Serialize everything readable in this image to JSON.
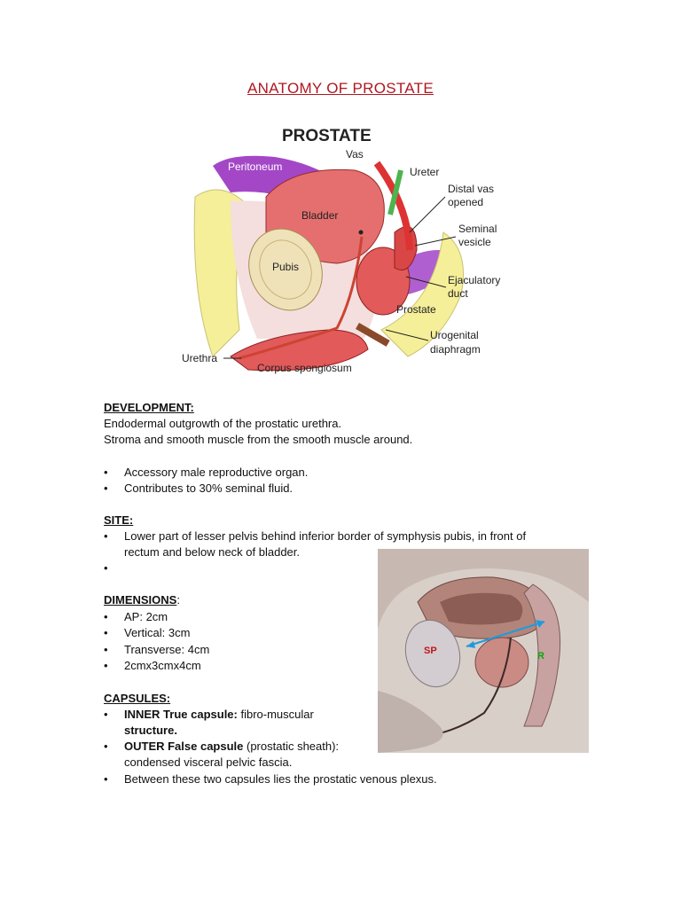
{
  "title": "ANATOMY OF PROSTATE",
  "figure1": {
    "heading": "PROSTATE",
    "labels": {
      "peritoneum": "Peritoneum",
      "vas": "Vas",
      "ureter": "Ureter",
      "distal_vas_1": "Distal vas",
      "distal_vas_2": "opened",
      "bladder": "Bladder",
      "seminal_1": "Seminal",
      "seminal_2": "vesicle",
      "pubis": "Pubis",
      "ejac_1": "Ejaculatory",
      "ejac_2": "duct",
      "prostate": "Prostate",
      "urogenital_1": "Urogenital",
      "urogenital_2": "diaphragm",
      "urethra": "Urethra",
      "corpus": "Corpus spongiosum"
    }
  },
  "development": {
    "heading": "DEVELOPMENT:",
    "line1": "Endodermal outgrowth of the prostatic urethra.",
    "line2": "Stroma and smooth muscle from the smooth muscle around.",
    "bullets": [
      "Accessory male reproductive organ.",
      "Contributes to 30% seminal fluid."
    ]
  },
  "site": {
    "heading": "SITE:",
    "bullet1_line1": "Lower part of lesser pelvis behind inferior border of symphysis pubis, in front of",
    "bullet1_line2": "rectum and below neck of bladder.",
    "bullet2": ""
  },
  "dimensions": {
    "heading": "DIMENSIONS",
    "colon": ":",
    "bullets": [
      "AP: 2cm",
      "Vertical: 3cm",
      "Transverse: 4cm",
      "2cmx3cmx4cm"
    ]
  },
  "capsules": {
    "heading": "CAPSULES:",
    "inner_bold_1": "INNER True capsule:",
    "inner_rest_1": " fibro-muscular",
    "inner_bold_2": "structure.",
    "outer_bold": "OUTER False capsule",
    "outer_rest": " (prostatic sheath):",
    "outer_line2": "condensed visceral pelvic fascia.",
    "between": "Between these two capsules lies the prostatic venous plexus."
  },
  "figure2": {
    "sp_label": "SP",
    "r_label": "R"
  },
  "bullet_char": "•"
}
